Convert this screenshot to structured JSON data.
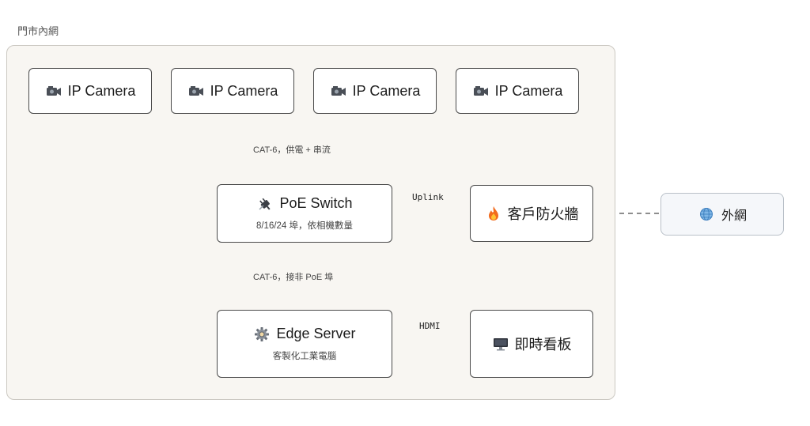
{
  "zone": {
    "label": "門市內網"
  },
  "cameras": [
    {
      "label": "IP Camera"
    },
    {
      "label": "IP Camera"
    },
    {
      "label": "IP Camera"
    },
    {
      "label": "IP Camera"
    }
  ],
  "poe_switch": {
    "title": "PoE Switch",
    "subtitle": "8/16/24 埠，依相機數量"
  },
  "firewall": {
    "title": "客戶防火牆"
  },
  "external": {
    "title": "外網"
  },
  "edge_server": {
    "title": "Edge Server",
    "subtitle": "客製化工業電腦"
  },
  "display": {
    "title": "即時看板"
  },
  "edges": {
    "cameras_to_switch": "CAT-6，供電 + 串流",
    "switch_to_server": "CAT-6，接非 PoE 埠",
    "switch_to_firewall": "Uplink",
    "server_to_display": "HDMI"
  }
}
